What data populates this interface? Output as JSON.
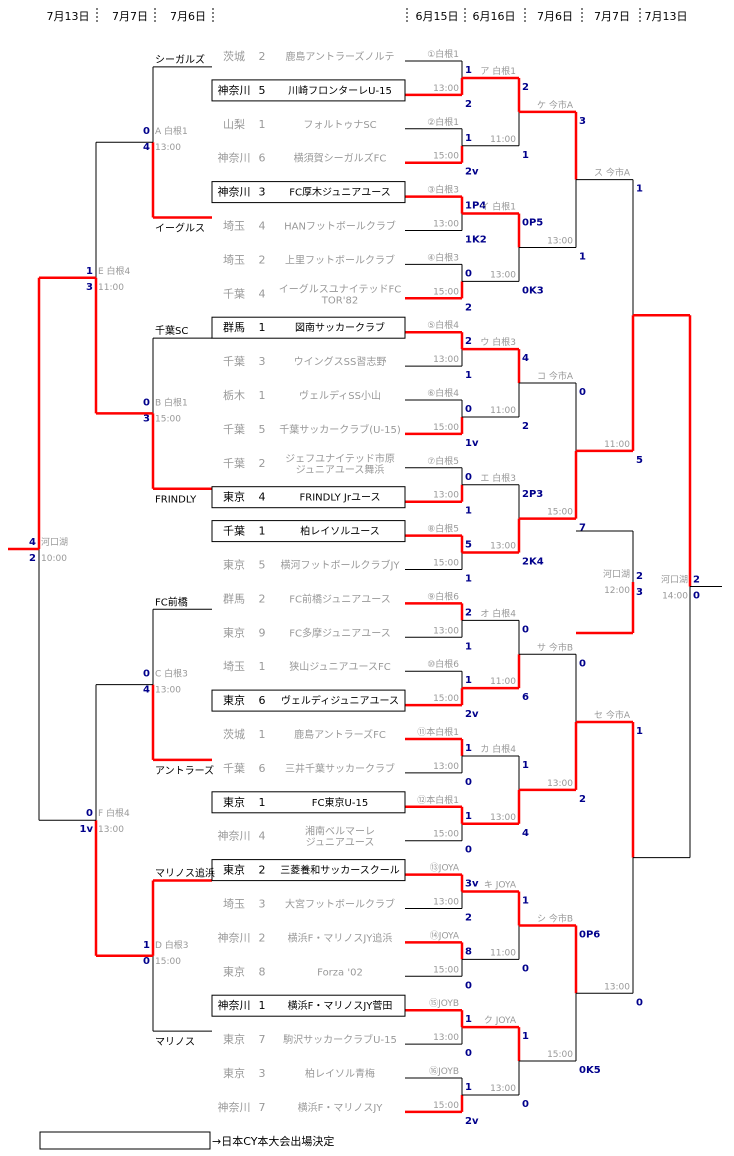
{
  "dates_left": [
    "7月13日",
    "7月7日",
    "7月6日"
  ],
  "dates_right": [
    "6月15日",
    "6月16日",
    "7月6日",
    "7月7日",
    "7月13日"
  ],
  "teams": [
    {
      "pref": "茨城",
      "num": "2",
      "name": "鹿島アントラーズノルテ",
      "advanced": false
    },
    {
      "pref": "神奈川",
      "num": "5",
      "name": "川崎フロンターレU-15",
      "advanced": true
    },
    {
      "pref": "山梨",
      "num": "1",
      "name": "フォルトゥナSC",
      "advanced": false
    },
    {
      "pref": "神奈川",
      "num": "6",
      "name": "横須賀シーガルズFC",
      "advanced": false
    },
    {
      "pref": "神奈川",
      "num": "3",
      "name": "FC厚木ジュニアユース",
      "advanced": true
    },
    {
      "pref": "埼玉",
      "num": "4",
      "name": "HANフットボールクラブ",
      "advanced": false
    },
    {
      "pref": "埼玉",
      "num": "2",
      "name": "上里フットボールクラブ",
      "advanced": false
    },
    {
      "pref": "千葉",
      "num": "4",
      "name": "イーグルスユナイテッドFC",
      "name2": "TOR'82",
      "advanced": false
    },
    {
      "pref": "群馬",
      "num": "1",
      "name": "図南サッカークラブ",
      "advanced": true
    },
    {
      "pref": "千葉",
      "num": "3",
      "name": "ウイングスSS習志野",
      "advanced": false
    },
    {
      "pref": "栃木",
      "num": "1",
      "name": "ヴェルディSS小山",
      "advanced": false
    },
    {
      "pref": "千葉",
      "num": "5",
      "name": "千葉サッカークラブ(U-15)",
      "advanced": false
    },
    {
      "pref": "千葉",
      "num": "2",
      "name": "ジェフユナイテッド市原",
      "name2": "ジュニアユース舞浜",
      "advanced": false
    },
    {
      "pref": "東京",
      "num": "4",
      "name": "FRINDLY Jrユース",
      "advanced": true
    },
    {
      "pref": "千葉",
      "num": "1",
      "name": "柏レイソルユース",
      "advanced": true
    },
    {
      "pref": "東京",
      "num": "5",
      "name": "横河フットボールクラブJY",
      "advanced": false
    },
    {
      "pref": "群馬",
      "num": "2",
      "name": "FC前橋ジュニアユース",
      "advanced": false
    },
    {
      "pref": "東京",
      "num": "9",
      "name": "FC多摩ジュニアユース",
      "advanced": false
    },
    {
      "pref": "埼玉",
      "num": "1",
      "name": "狭山ジュニアユースFC",
      "advanced": false
    },
    {
      "pref": "東京",
      "num": "6",
      "name": "ヴェルディジュニアユース",
      "advanced": true
    },
    {
      "pref": "茨城",
      "num": "1",
      "name": "鹿島アントラーズFC",
      "advanced": false
    },
    {
      "pref": "千葉",
      "num": "6",
      "name": "三井千葉サッカークラブ",
      "advanced": false
    },
    {
      "pref": "東京",
      "num": "1",
      "name": "FC東京U-15",
      "advanced": true
    },
    {
      "pref": "神奈川",
      "num": "4",
      "name": "湘南ベルマーレ",
      "name2": "ジュニアユース",
      "advanced": false
    },
    {
      "pref": "東京",
      "num": "2",
      "name": "三菱養和サッカースクール",
      "advanced": true
    },
    {
      "pref": "埼玉",
      "num": "3",
      "name": "大宮フットボールクラブ",
      "advanced": false
    },
    {
      "pref": "神奈川",
      "num": "2",
      "name": "横浜F・マリノスJY追浜",
      "advanced": false
    },
    {
      "pref": "東京",
      "num": "8",
      "name": "Forza '02",
      "advanced": false
    },
    {
      "pref": "神奈川",
      "num": "1",
      "name": "横浜F・マリノスJY菅田",
      "advanced": true
    },
    {
      "pref": "東京",
      "num": "7",
      "name": "駒沢サッカークラブU-15",
      "advanced": false
    },
    {
      "pref": "東京",
      "num": "3",
      "name": "柏レイソル青梅",
      "advanced": false
    },
    {
      "pref": "神奈川",
      "num": "7",
      "name": "横浜F・マリノスJY",
      "advanced": false
    }
  ],
  "r1": [
    {
      "label": "①白根1",
      "time": "13:00",
      "top": "1",
      "bottom": "2"
    },
    {
      "label": "②白根1",
      "time": "15:00",
      "top": "1",
      "bottom": "2v"
    },
    {
      "label": "③白根3",
      "time": "13:00",
      "top": "1P4",
      "bottom": "1K2"
    },
    {
      "label": "④白根3",
      "time": "15:00",
      "top": "0",
      "bottom": "2"
    },
    {
      "label": "⑤白根4",
      "time": "13:00",
      "top": "2",
      "bottom": "1"
    },
    {
      "label": "⑥白根4",
      "time": "15:00",
      "top": "0",
      "bottom": "1v"
    },
    {
      "label": "⑦白根5",
      "time": "13:00",
      "top": "0",
      "bottom": "1"
    },
    {
      "label": "⑧白根5",
      "time": "15:00",
      "top": "5",
      "bottom": "1"
    },
    {
      "label": "⑨白根6",
      "time": "13:00",
      "top": "2",
      "bottom": "1"
    },
    {
      "label": "⑩白根6",
      "time": "15:00",
      "top": "1",
      "bottom": "2v"
    },
    {
      "label": "⑪本白根1",
      "time": "13:00",
      "top": "1",
      "bottom": "0"
    },
    {
      "label": "⑫本白根1",
      "time": "15:00",
      "top": "1",
      "bottom": "0"
    },
    {
      "label": "⑬JOYA",
      "time": "13:00",
      "top": "3v",
      "bottom": "2"
    },
    {
      "label": "⑭JOYA",
      "time": "15:00",
      "top": "8",
      "bottom": "0"
    },
    {
      "label": "⑮JOYB",
      "time": "13:00",
      "top": "1",
      "bottom": "0"
    },
    {
      "label": "⑯JOYB",
      "time": "15:00",
      "top": "1",
      "bottom": "2v"
    }
  ],
  "r2": [
    {
      "label": "ア 白根1",
      "time": "11:00",
      "top": "2",
      "bottom": "1"
    },
    {
      "label": "イ 白根1",
      "time": "13:00",
      "top": "0P5",
      "bottom": "0K3"
    },
    {
      "label": "ウ 白根3",
      "time": "11:00",
      "top": "4",
      "bottom": "2"
    },
    {
      "label": "エ 白根3",
      "time": "13:00",
      "top": "2P3",
      "bottom": "2K4"
    },
    {
      "label": "オ 白根4",
      "time": "11:00",
      "top": "0",
      "bottom": "6"
    },
    {
      "label": "カ 白根4",
      "time": "13:00",
      "top": "1",
      "bottom": "4"
    },
    {
      "label": "キ JOYA",
      "time": "11:00",
      "top": "1",
      "bottom": "0"
    },
    {
      "label": "ク JOYA",
      "time": "13:00",
      "top": "1",
      "bottom": "0"
    }
  ],
  "r3": [
    {
      "label": "ケ 今市A",
      "time": "13:00",
      "top": "3",
      "bottom": "1"
    },
    {
      "label": "コ 今市A",
      "time": "15:00",
      "top": "0",
      "bottom": "7"
    },
    {
      "label": "サ 今市B",
      "time": "13:00",
      "top": "0",
      "bottom": "2"
    },
    {
      "label": "シ 今市B",
      "time": "15:00",
      "top": "0P6",
      "bottom": "0K5"
    }
  ],
  "r4": [
    {
      "label": "ス 今市A",
      "time": "11:00",
      "top": "1",
      "bottom": "5"
    },
    {
      "label": "セ 今市A",
      "time": "13:00",
      "top": "1",
      "bottom": "0"
    }
  ],
  "rf": [
    {
      "label": "河口湖",
      "time": "12:00",
      "top": "2",
      "bottom": "3"
    },
    {
      "label": "河口湖",
      "time": "14:00",
      "top": "2",
      "bottom": "0"
    }
  ],
  "left": {
    "inner": [
      {
        "label": "A 白根1",
        "time": "13:00",
        "top": "0",
        "bottom": "4"
      },
      {
        "label": "B 白根1",
        "time": "15:00",
        "top": "0",
        "bottom": "3"
      },
      {
        "label": "C 白根3",
        "time": "13:00",
        "top": "0",
        "bottom": "4"
      },
      {
        "label": "D 白根3",
        "time": "15:00",
        "top": "1",
        "bottom": "0"
      }
    ],
    "outer": [
      {
        "label": "E 白根4",
        "time": "11:00",
        "top": "1",
        "bottom": "3"
      },
      {
        "label": "F 白根4",
        "time": "13:00",
        "top": "0",
        "bottom": "1v"
      }
    ],
    "final": {
      "label": "河口湖",
      "time": "10:00",
      "top": "4",
      "bottom": "2"
    }
  },
  "nicknames": {
    "A_top": "シーガルズ",
    "A_bottom": "イーグルス",
    "B_top": "千葉SC",
    "B_bottom": "FRINDLY",
    "C_top": "FC前橋",
    "C_bottom": "アントラーズ",
    "D_top": "マリノス追浜",
    "D_bottom": "マリノス"
  },
  "legend_text": "→日本CY本大会出場決定",
  "colors": {
    "win_line": "#ff0000",
    "line": "#000000",
    "score": "#00008b",
    "muted": "#999999"
  }
}
